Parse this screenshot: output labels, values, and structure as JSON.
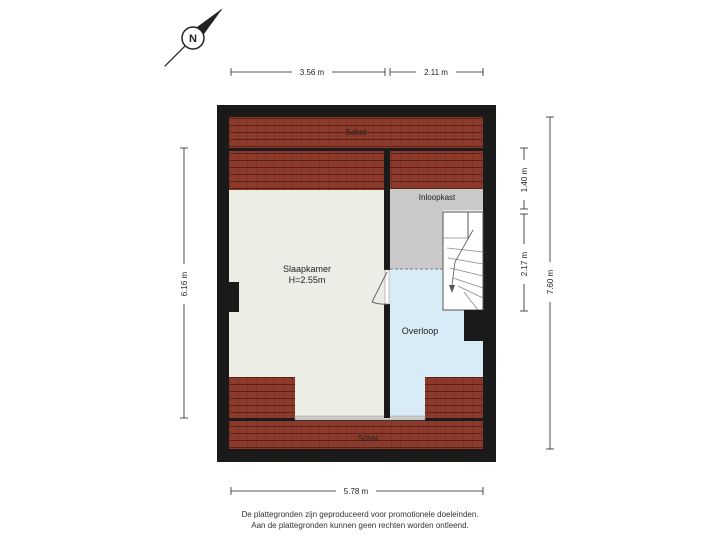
{
  "compass": {
    "icon": "compass-north-arrow-icon",
    "letter": "N"
  },
  "dimensions": {
    "top_left_width": "3.56 m",
    "top_right_width": "2.11 m",
    "bottom_total_width": "5.78 m",
    "left_height": "6.16 m",
    "right_upper_height": "1.40 m",
    "right_middle_height": "2.17 m",
    "right_total_height": "7.60 m"
  },
  "rooms": {
    "schot_top": "Schot",
    "schot_bottom": "Schot",
    "inloopkast": "Inloopkast",
    "slaapkamer_name": "Slaapkamer",
    "slaapkamer_height": "H=2.55m",
    "overloop": "Overloop"
  },
  "colors": {
    "wall": "#1a1a1a",
    "roof_tile": "#8b3a2b",
    "roof_line": "#5a2117",
    "bedroom_floor": "#eceee5",
    "closet_floor": "#c9c9c9",
    "landing_floor": "#d8ecf8"
  },
  "disclaimer": {
    "line1": "De plattegronden zijn geproduceerd voor promotionele doeleinden.",
    "line2": "Aan de plattegronden kunnen geen rechten worden ontleend."
  }
}
